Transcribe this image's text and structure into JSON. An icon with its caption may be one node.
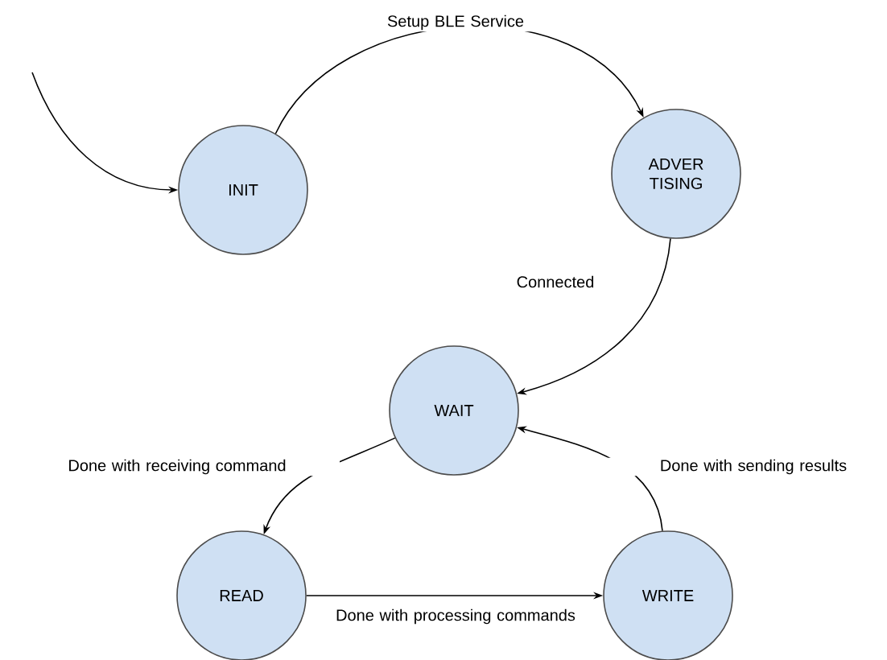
{
  "diagram": {
    "nodes": [
      {
        "text": [
          "INIT"
        ]
      },
      {
        "text": [
          "ADVER TISING"
        ]
      },
      {
        "text": [
          "WAIT"
        ]
      },
      {
        "text": [
          "READ"
        ]
      },
      {
        "text": [
          "WRITE"
        ]
      }
    ],
    "edges": [
      {
        "from": null,
        "to": 0,
        "arrow": "to"
      },
      {
        "from": 0,
        "to": 1,
        "arrow": "to",
        "label": "Setup BLE Service"
      },
      {
        "from": 1,
        "to": 2,
        "arrow": "to",
        "label": "Connected"
      },
      {
        "from": 2,
        "to": 3,
        "arrow": "to",
        "label": "Done with receiving command"
      },
      {
        "from": 3,
        "to": 4,
        "arrow": "to",
        "label": "Done with processing commands"
      },
      {
        "from": 4,
        "to": 2,
        "arrow": "to",
        "label": "Done with sending results"
      }
    ]
  }
}
